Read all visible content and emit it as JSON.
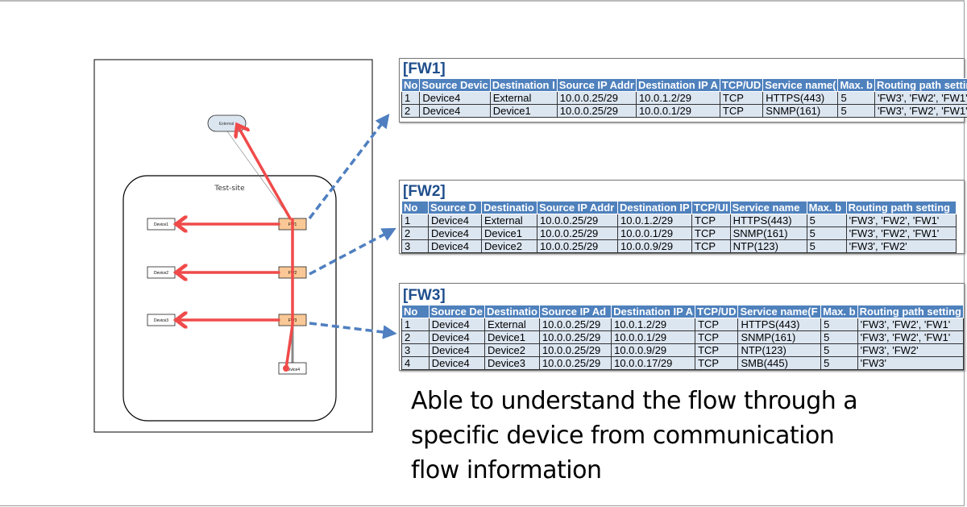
{
  "diagram": {
    "site_label": "Test-site",
    "nodes": {
      "external": "External",
      "fw1": "FW1",
      "fw2": "FW2",
      "fw3": "FW3",
      "device1": "Device1",
      "device2": "Device2",
      "device3": "Device3",
      "device4": "Device4"
    },
    "colors": {
      "flow_arrow": "#f04a4a",
      "callout_arrow": "#4f7fc0",
      "firewall_fill": "#fac896",
      "external_fill": "#dce6f1"
    }
  },
  "tables": [
    {
      "title": "[FW1]",
      "headers": [
        "No",
        "Source Devic",
        "Destination I",
        "Source IP Addr",
        "Destination IP A",
        "TCP/UD",
        "Service name(",
        "Max. b",
        "Routing path settin"
      ],
      "rows": [
        [
          "1",
          "Device4",
          "External",
          "10.0.0.25/29",
          "10.0.1.2/29",
          "TCP",
          "HTTPS(443)",
          "5",
          "'FW3', 'FW2', 'FW1'"
        ],
        [
          "2",
          "Device4",
          "Device1",
          "10.0.0.25/29",
          "10.0.0.1/29",
          "TCP",
          "SNMP(161)",
          "5",
          "'FW3', 'FW2', 'FW1'"
        ]
      ]
    },
    {
      "title": "[FW2]",
      "headers": [
        "No",
        "Source D",
        "Destinatio",
        "Source IP Addr",
        "Destination IP",
        "TCP/UI",
        "Service name",
        "Max. b",
        "Routing path setting"
      ],
      "rows": [
        [
          "1",
          "Device4",
          "External",
          "10.0.0.25/29",
          "10.0.1.2/29",
          "TCP",
          "HTTPS(443)",
          "5",
          "'FW3', 'FW2', 'FW1'"
        ],
        [
          "2",
          "Device4",
          "Device1",
          "10.0.0.25/29",
          "10.0.0.1/29",
          "TCP",
          "SNMP(161)",
          "5",
          "'FW3', 'FW2', 'FW1'"
        ],
        [
          "3",
          "Device4",
          "Device2",
          "10.0.0.25/29",
          "10.0.0.9/29",
          "TCP",
          "NTP(123)",
          "5",
          "'FW3', 'FW2'"
        ]
      ]
    },
    {
      "title": "[FW3]",
      "headers": [
        "No",
        "Source De",
        "Destinatio",
        "Source IP Ad",
        "Destination IP A",
        "TCP/UD",
        "Service name(F",
        "Max. b",
        "Routing path setting"
      ],
      "rows": [
        [
          "1",
          "Device4",
          "External",
          "10.0.0.25/29",
          "10.0.1.2/29",
          "TCP",
          "HTTPS(443)",
          "5",
          "'FW3', 'FW2', 'FW1'"
        ],
        [
          "2",
          "Device4",
          "Device1",
          "10.0.0.25/29",
          "10.0.0.1/29",
          "TCP",
          "SNMP(161)",
          "5",
          "'FW3', 'FW2', 'FW1'"
        ],
        [
          "3",
          "Device4",
          "Device2",
          "10.0.0.25/29",
          "10.0.0.9/29",
          "TCP",
          "NTP(123)",
          "5",
          "'FW3', 'FW2'"
        ],
        [
          "4",
          "Device4",
          "Device3",
          "10.0.0.25/29",
          "10.0.0.17/29",
          "TCP",
          "SMB(445)",
          "5",
          "'FW3'"
        ]
      ]
    }
  ],
  "caption": [
    "Able to understand the flow through a",
    "specific device from communication",
    "flow information"
  ]
}
